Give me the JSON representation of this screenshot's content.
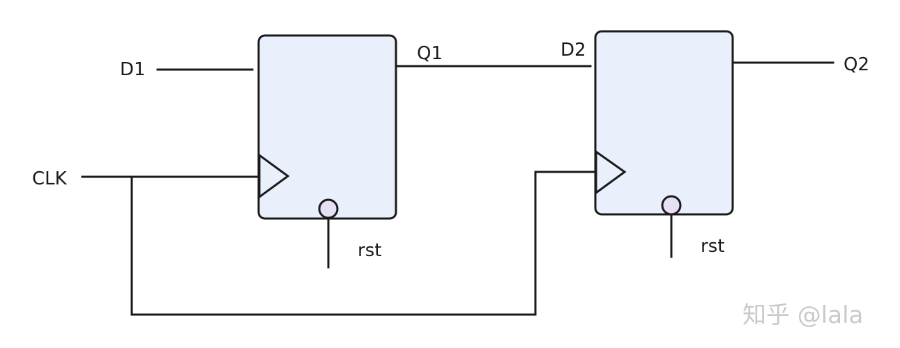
{
  "labels": {
    "d1": "D1",
    "clk": "CLK",
    "q1": "Q1",
    "d2": "D2",
    "q2": "Q2",
    "rst1": "rst",
    "rst2": "rst"
  },
  "watermark": "知乎 @lala",
  "colors": {
    "box_fill": "#eaf0fb",
    "bubble_fill": "#e6e0f4",
    "line": "#1a1a1a",
    "watermark": "#c9c9c9"
  }
}
